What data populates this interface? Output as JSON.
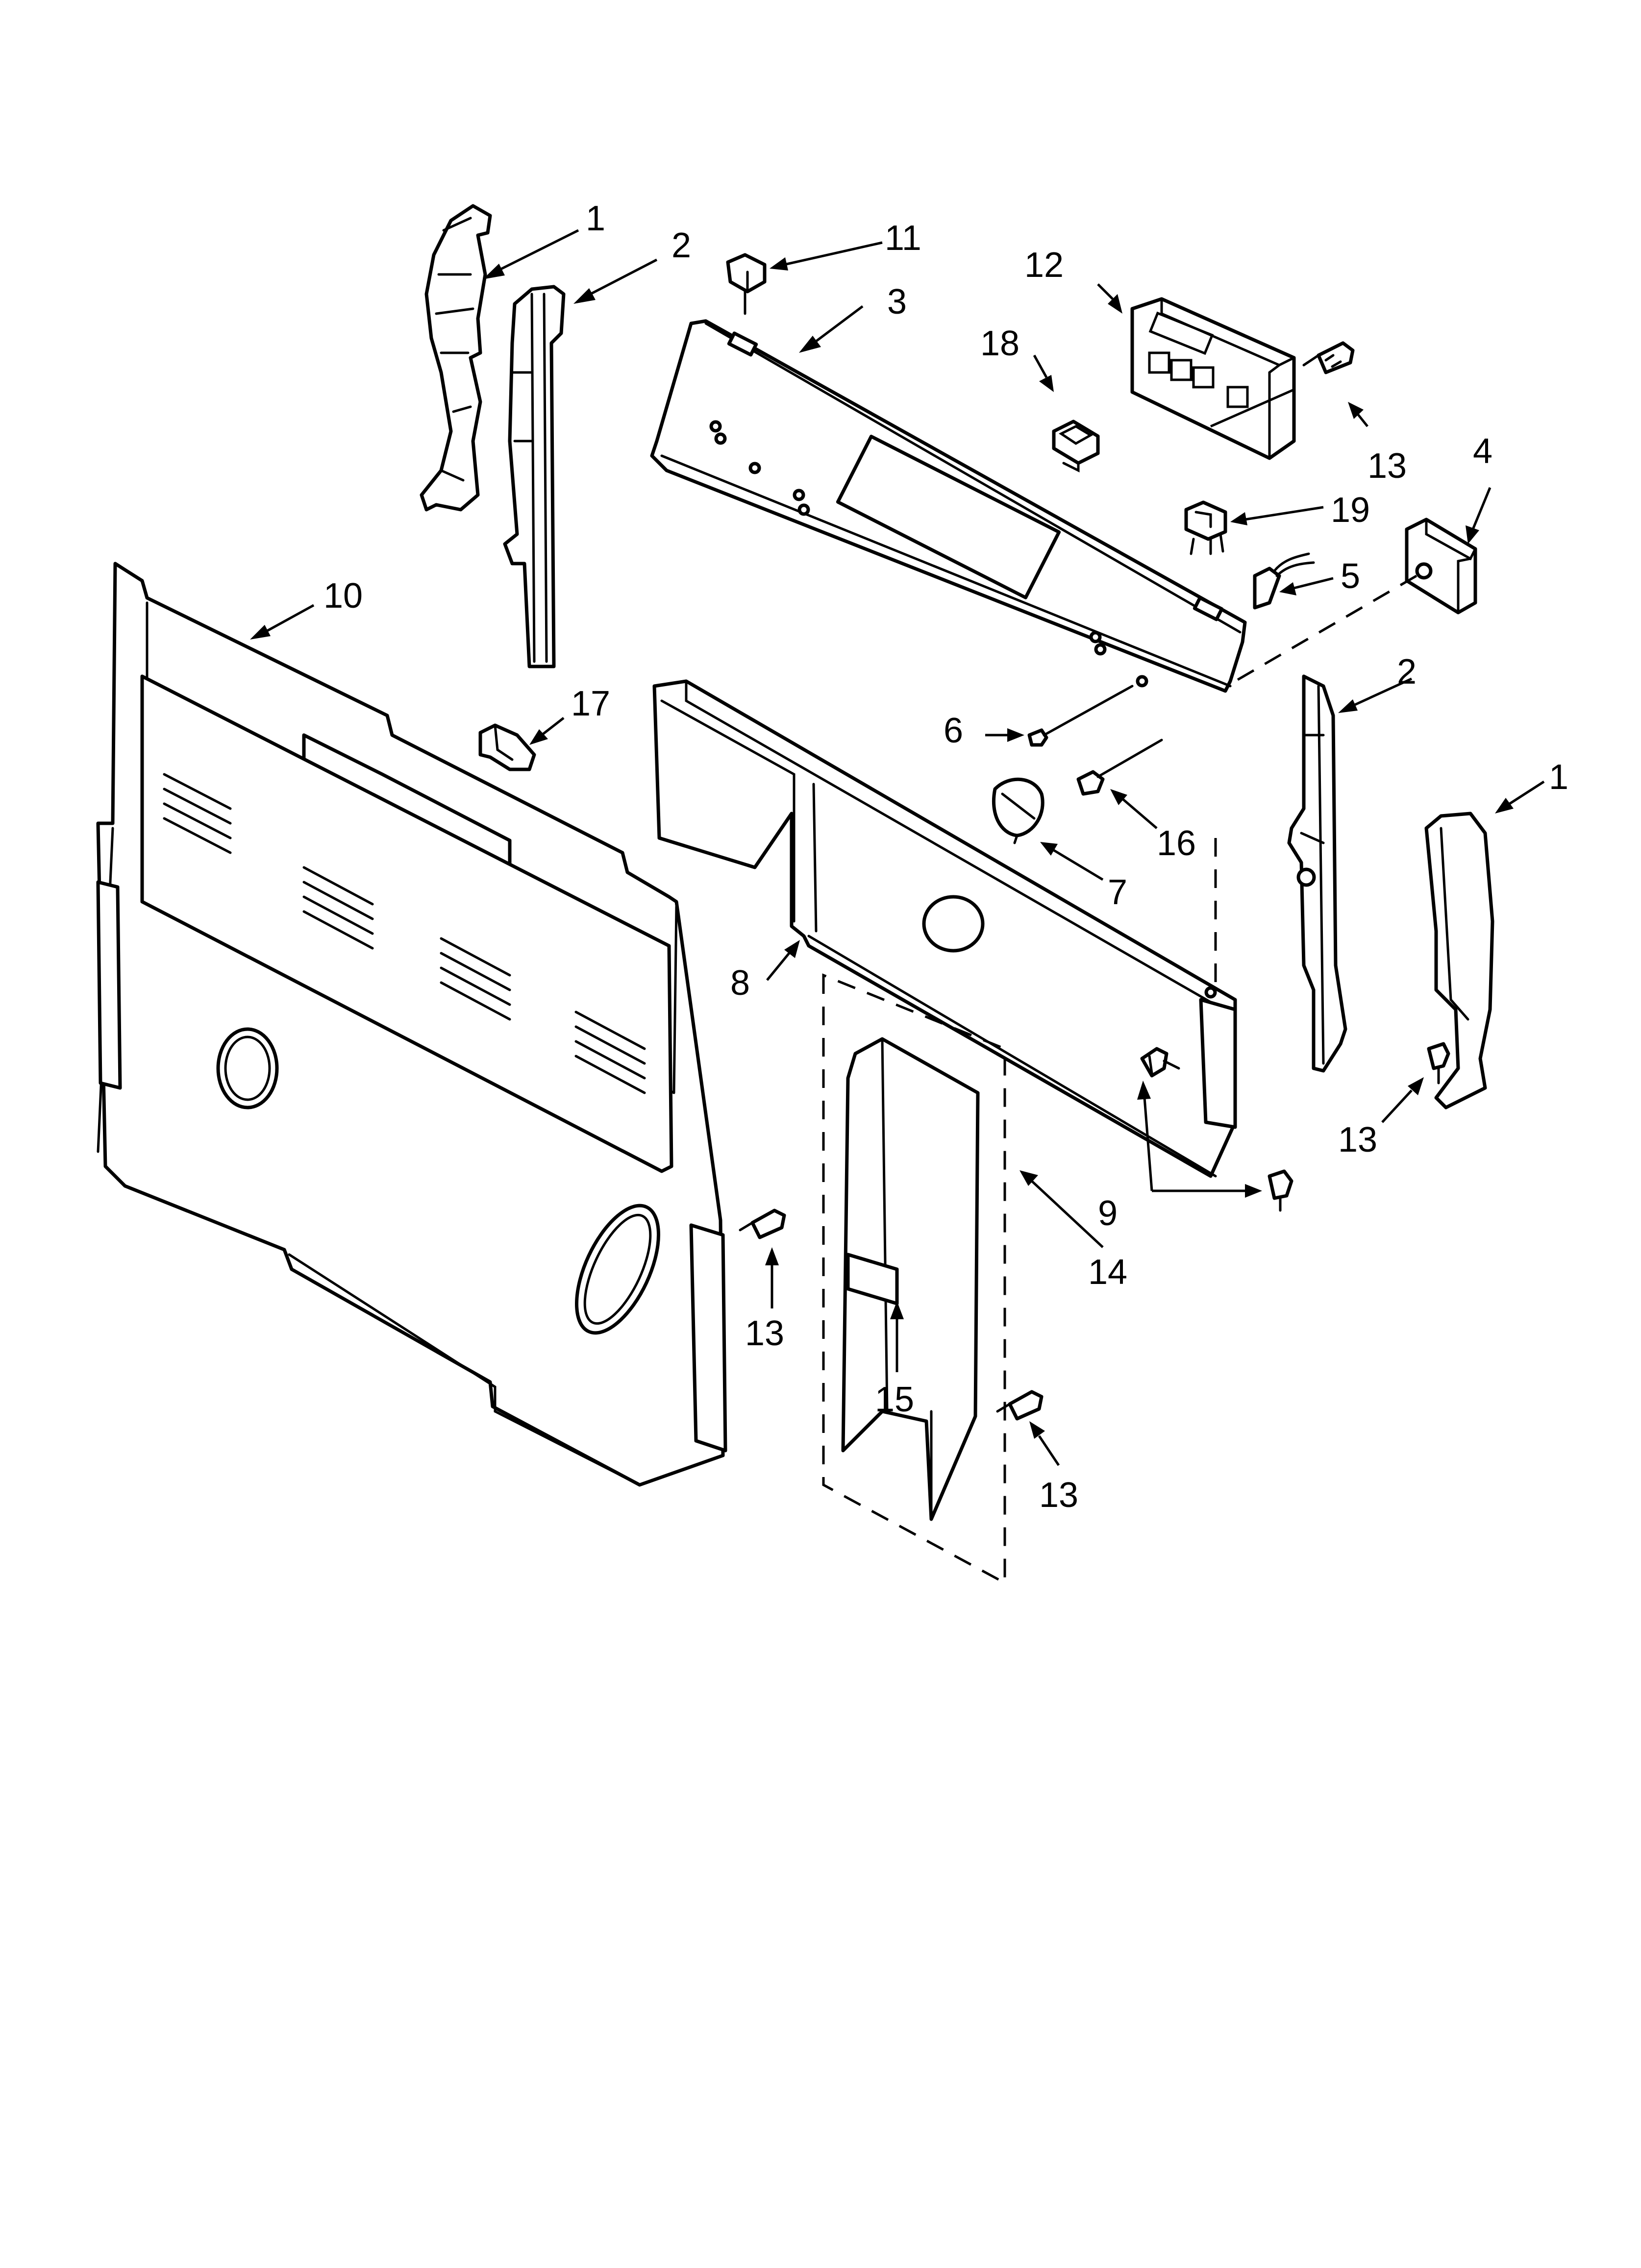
{
  "diagram": {
    "labels": {
      "p1a": "1",
      "p1b": "1",
      "p2a": "2",
      "p2b": "2",
      "p3": "3",
      "p4": "4",
      "p5": "5",
      "p6": "6",
      "p7": "7",
      "p8": "8",
      "p9": "9",
      "p10": "10",
      "p11": "11",
      "p12": "12",
      "p13a": "13",
      "p13b": "13",
      "p13c": "13",
      "p13d": "13",
      "p14": "14",
      "p15": "15",
      "p16": "16",
      "p17": "17",
      "p18": "18",
      "p19": "19"
    }
  }
}
